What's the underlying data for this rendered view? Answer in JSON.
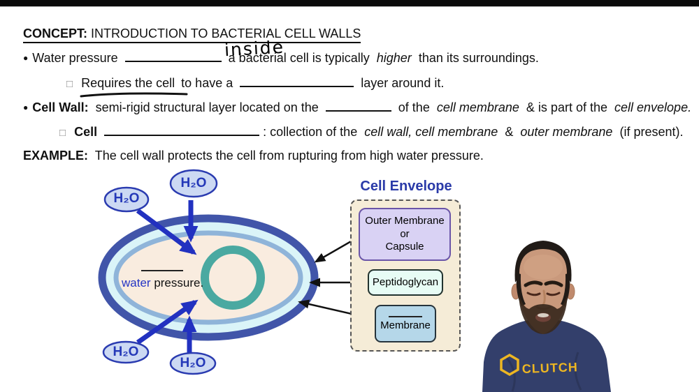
{
  "concept": {
    "label": "CONCEPT:",
    "title": "INTRODUCTION TO BACTERIAL CELL WALLS"
  },
  "bullets": {
    "bullet_char": "●",
    "checkbox_char": "□",
    "water_pressure": {
      "pre": "Water pressure",
      "answer": "inside",
      "post1": "a bacterial cell is typically",
      "italic1": "higher",
      "post2": "than its surroundings."
    },
    "requires": {
      "underlined": "Requires the cell",
      "mid": "to have a",
      "post": "layer around it."
    },
    "cell_wall": {
      "bold": "Cell Wall:",
      "t1": "semi-rigid structural layer located on the",
      "t2": "of the",
      "i1": "cell membrane",
      "t3": "& is part of the",
      "i2": "cell envelope."
    },
    "cell_envelope_def": {
      "bold": "Cell",
      "t1": ": collection of the",
      "i1": "cell wall, cell membrane",
      "t2": "&",
      "i2": "outer membrane",
      "t3": "(if present)."
    },
    "example": {
      "label": "EXAMPLE:",
      "text": "The cell wall protects the cell from rupturing from high water pressure."
    }
  },
  "diagram": {
    "h2o": "H₂O",
    "pressure_label": {
      "blue": "water",
      "black": "pressure."
    },
    "legend": {
      "title": "Cell Envelope",
      "outer_membrane": {
        "l1": "Outer Membrane",
        "l2": "or",
        "l3": "Capsule"
      },
      "peptidoglycan": "Peptidoglycan",
      "membrane": "Membrane"
    }
  },
  "presenter": {
    "shirt_logo": "CLUTCH"
  },
  "colors": {
    "cell_outer_ring": "#4155a9",
    "peptidoglycan_layer": "#daf4f8",
    "membrane_ring": "#8fb4d9",
    "cytoplasm": "#f9ecdf",
    "nucleoid_ring": "#4aa9a1",
    "h2o_fill": "#ccd9f3",
    "h2o_ink": "#2438b8",
    "arrow_blue": "#2231c0",
    "legend_title_blue": "#2a3aa8",
    "legend_bg": "#f5ecd7",
    "outer_membrane_box": "#d9d2f4",
    "peptidoglycan_box": "#e7fcf5",
    "membrane_box": "#b5d7e9",
    "shirt_navy": "#333f6b",
    "logo_yellow": "#edb622"
  }
}
